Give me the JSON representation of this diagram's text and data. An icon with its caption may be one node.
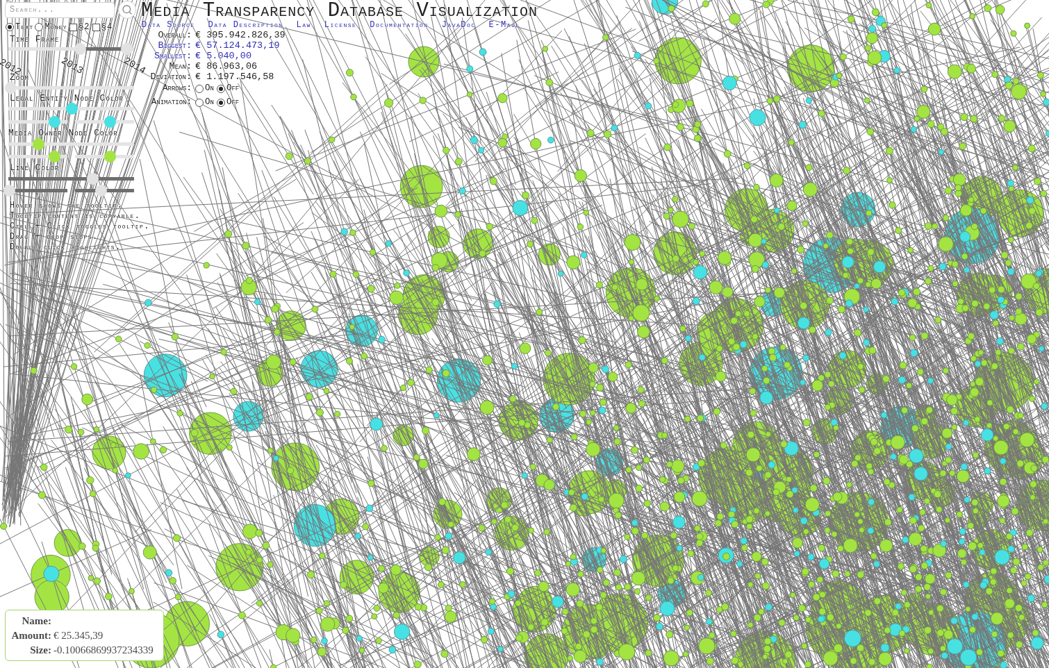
{
  "diagram": {
    "title": "Media Transparency Database Visualization",
    "nodes": [
      {
        "text": [
          "Name:",
          "Amount:",
          "€ 25.345,39",
          "Size:",
          "-0.10066869937234339"
        ]
      }
    ],
    "labels": [
      "Search...",
      "Text",
      "Money",
      "§2",
      "§4",
      "Time Frame",
      "2012",
      "2013",
      "2014",
      "Zoom",
      "Legal Entity Node Color",
      "Media Owner Node Color",
      "Line Color",
      "Hover shows the tooltip.",
      "Tooltip content is copyable.",
      "Ctrl + Click toggles tooltip.",
      "Drag + drop stops.",
      "Double click highlights.",
      "Data Source",
      "Data Description",
      "Law",
      "License",
      "Documentation",
      "JavaDoc",
      "E-Mail",
      "Overall:",
      "€ 395.942.826,39",
      "Biggest:",
      "€ 57.124.473,19",
      "Smallest:",
      "€ 5.040,00",
      "Mean:",
      "€ 86.963,06",
      "Deviation:",
      "€ 1.197.546,58",
      "Arrows:",
      "On",
      "Off",
      "Animation:",
      "On",
      "Off"
    ]
  }
}
